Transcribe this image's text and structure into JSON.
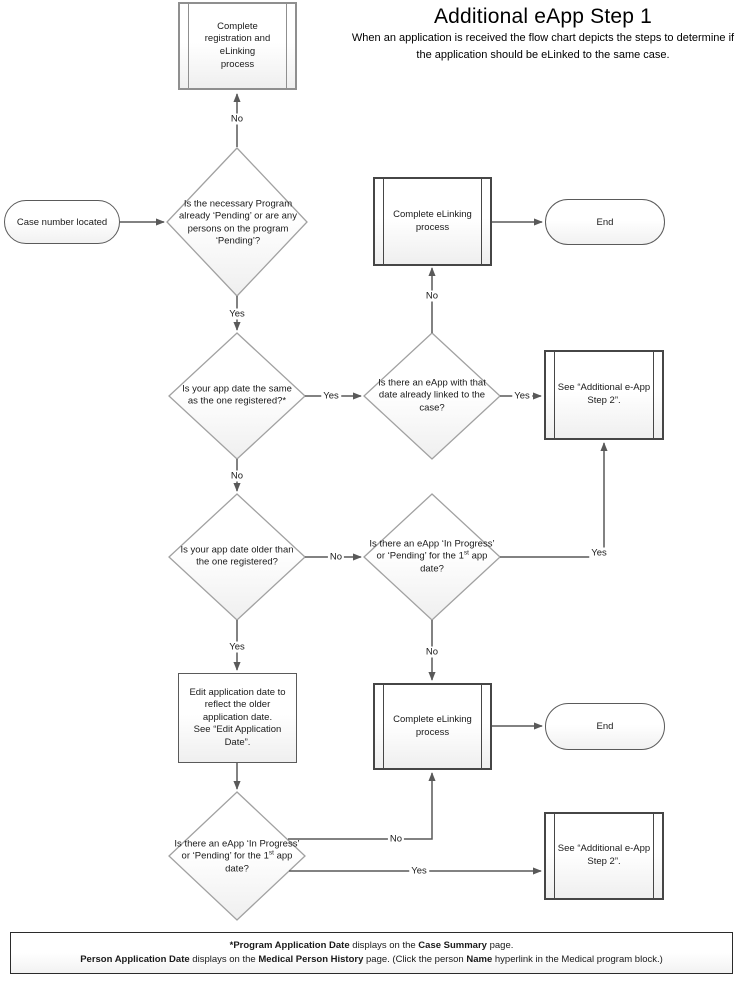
{
  "header": {
    "title": "Additional eApp Step 1",
    "subtitle": "When an application is received the flow chart depicts the steps to determine if the application should be eLinked to the same case."
  },
  "edge_labels": {
    "yes": "Yes",
    "no": "No"
  },
  "nodes": {
    "register": {
      "label": "Complete registration and eLinking process"
    },
    "start": {
      "label": "Case number located"
    },
    "d1": {
      "label": "Is the necessary Program already ‘Pending’ or are any persons on the program ‘Pending’?"
    },
    "elink1": {
      "label": "Complete eLinking process"
    },
    "end1": {
      "label": "End"
    },
    "d2": {
      "label": "Is your app date the same as the one registered?*"
    },
    "d3": {
      "label": "Is there an eApp with that date already linked to the case?"
    },
    "see1": {
      "label": "See “Additional e-App Step 2”."
    },
    "d4": {
      "label": "Is your app date older than the one registered?"
    },
    "d5": {
      "pre": "Is there an eApp ‘In Progress’ or ‘Pending’ for the 1",
      "sup": "st",
      "post": " app date?"
    },
    "edit": {
      "label": "Edit application date to reflect the older application date.\nSee “Edit Application Date”."
    },
    "elink2": {
      "label": "Complete eLinking process"
    },
    "end2": {
      "label": "End"
    },
    "d6": {
      "pre": "Is there an eApp ‘In Progress’ or ‘Pending’ for the 1",
      "sup": "st",
      "post": " app date?"
    },
    "see2": {
      "label": "See “Additional e-App Step 2”."
    }
  },
  "footnote": {
    "line1": {
      "b1": "*Program Application Date",
      "r1": " displays on the ",
      "b2": "Case Summary",
      "r2": " page."
    },
    "line2": {
      "b1": "Person Application Date",
      "r1": " displays on the ",
      "b2": "Medical Person History",
      "r2": " page. (Click the person ",
      "b3": "Name",
      "r3": " hyperlink in the Medical program block.)"
    }
  },
  "colors": {
    "connector": "#595959",
    "diamond_border": "#a1a1a1",
    "subprocess_border": "#464646",
    "register_border": "#8f8f8f",
    "shape_fill_bottom": "#efefef",
    "text": "#1a1a1a"
  }
}
